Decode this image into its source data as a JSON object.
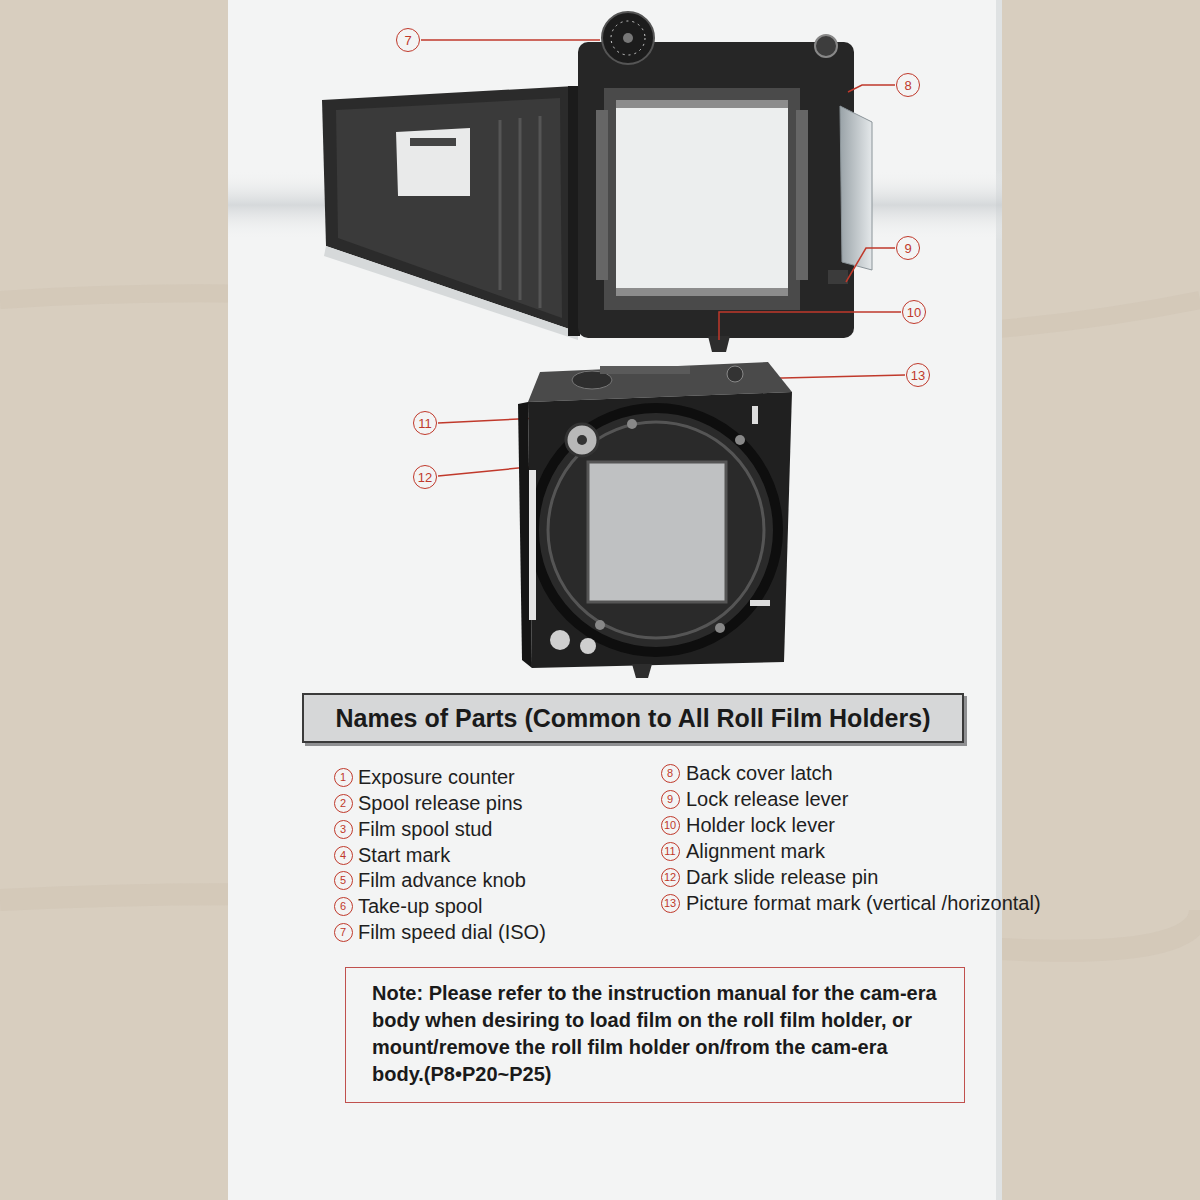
{
  "diagram": {
    "nodes": [
      {
        "text": [
          "Names of Parts (Common to All Roll Film Holders)"
        ]
      },
      {
        "text": [
          "Note: Please refer to the instruction manual for the cam-era body when desiring to load film on the roll film holder, or mount/remove the roll film holder on/from the cam-era body.(P8•P20~P25)"
        ]
      }
    ],
    "labels": [
      "7",
      "8",
      "9",
      "10",
      "11",
      "12",
      "13",
      "1",
      "Exposure counter",
      "2",
      "Spool release pins",
      "3",
      "Film spool stud",
      "4",
      "Start mark",
      "5",
      "Film advance knob",
      "6",
      "Take-up spool",
      "7",
      "Film speed dial (ISO)",
      "8",
      "Back cover latch",
      "9",
      "Lock release lever",
      "10",
      "Holder lock lever",
      "11",
      "Alignment mark",
      "12",
      "Dark slide release pin",
      "13",
      "Picture format mark (vertical /horizontal)"
    ]
  }
}
